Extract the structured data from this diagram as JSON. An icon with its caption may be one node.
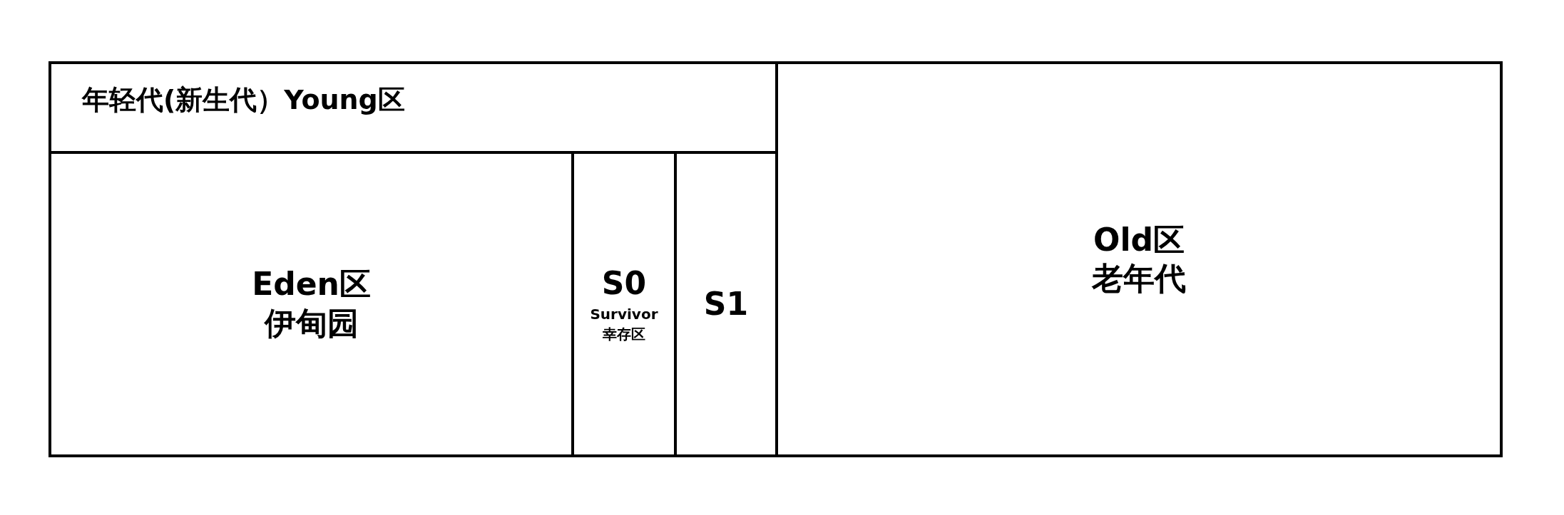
{
  "diagram": {
    "nodes": [
      {
        "text": [
          "年轻代(新生代）Young区"
        ]
      },
      {
        "text": [
          "Eden区",
          "伊甸园"
        ],
        "in": 0
      },
      {
        "text": [
          "S0",
          "Survivor",
          "幸存区"
        ],
        "in": 0
      },
      {
        "text": [
          "S1"
        ],
        "in": 0
      },
      {
        "text": [
          "Old区",
          "老年代"
        ]
      }
    ]
  }
}
